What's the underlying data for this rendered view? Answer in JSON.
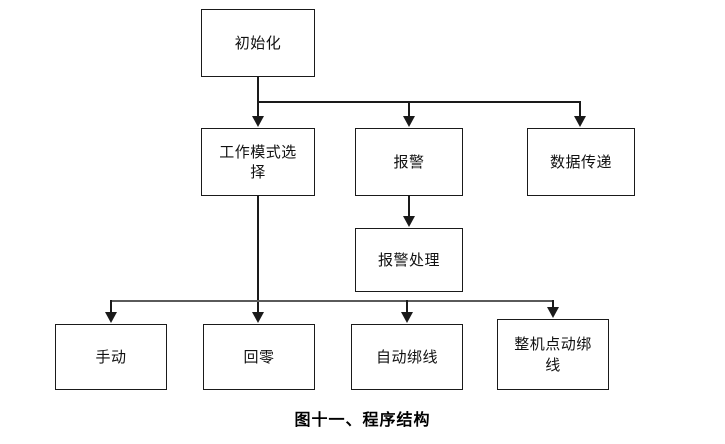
{
  "figure": {
    "caption": "图十一、程序结构",
    "type": "flowchart",
    "orientation": "top-down"
  },
  "nodes": {
    "init": {
      "label": "初始化"
    },
    "work_mode": {
      "label": "工作模式选\n择"
    },
    "alarm": {
      "label": "报警"
    },
    "data_transfer": {
      "label": "数据传递"
    },
    "alarm_handling": {
      "label": "报警处理"
    },
    "manual": {
      "label": "手动"
    },
    "return_zero": {
      "label": "回零"
    },
    "auto_bind": {
      "label": "自动绑线"
    },
    "machine_jog_bind": {
      "label": "整机点动绑\n线"
    }
  },
  "edges": [
    {
      "from": "init",
      "to": "work_mode"
    },
    {
      "from": "init",
      "to": "alarm"
    },
    {
      "from": "init",
      "to": "data_transfer"
    },
    {
      "from": "alarm",
      "to": "alarm_handling"
    },
    {
      "from": "work_mode",
      "to": "manual"
    },
    {
      "from": "work_mode",
      "to": "return_zero"
    },
    {
      "from": "work_mode",
      "to": "auto_bind"
    },
    {
      "from": "work_mode",
      "to": "machine_jog_bind"
    }
  ],
  "colors": {
    "stroke": "#1a1a1a",
    "bus": "#5a5a5a",
    "background": "#ffffff",
    "text": "#111111"
  }
}
